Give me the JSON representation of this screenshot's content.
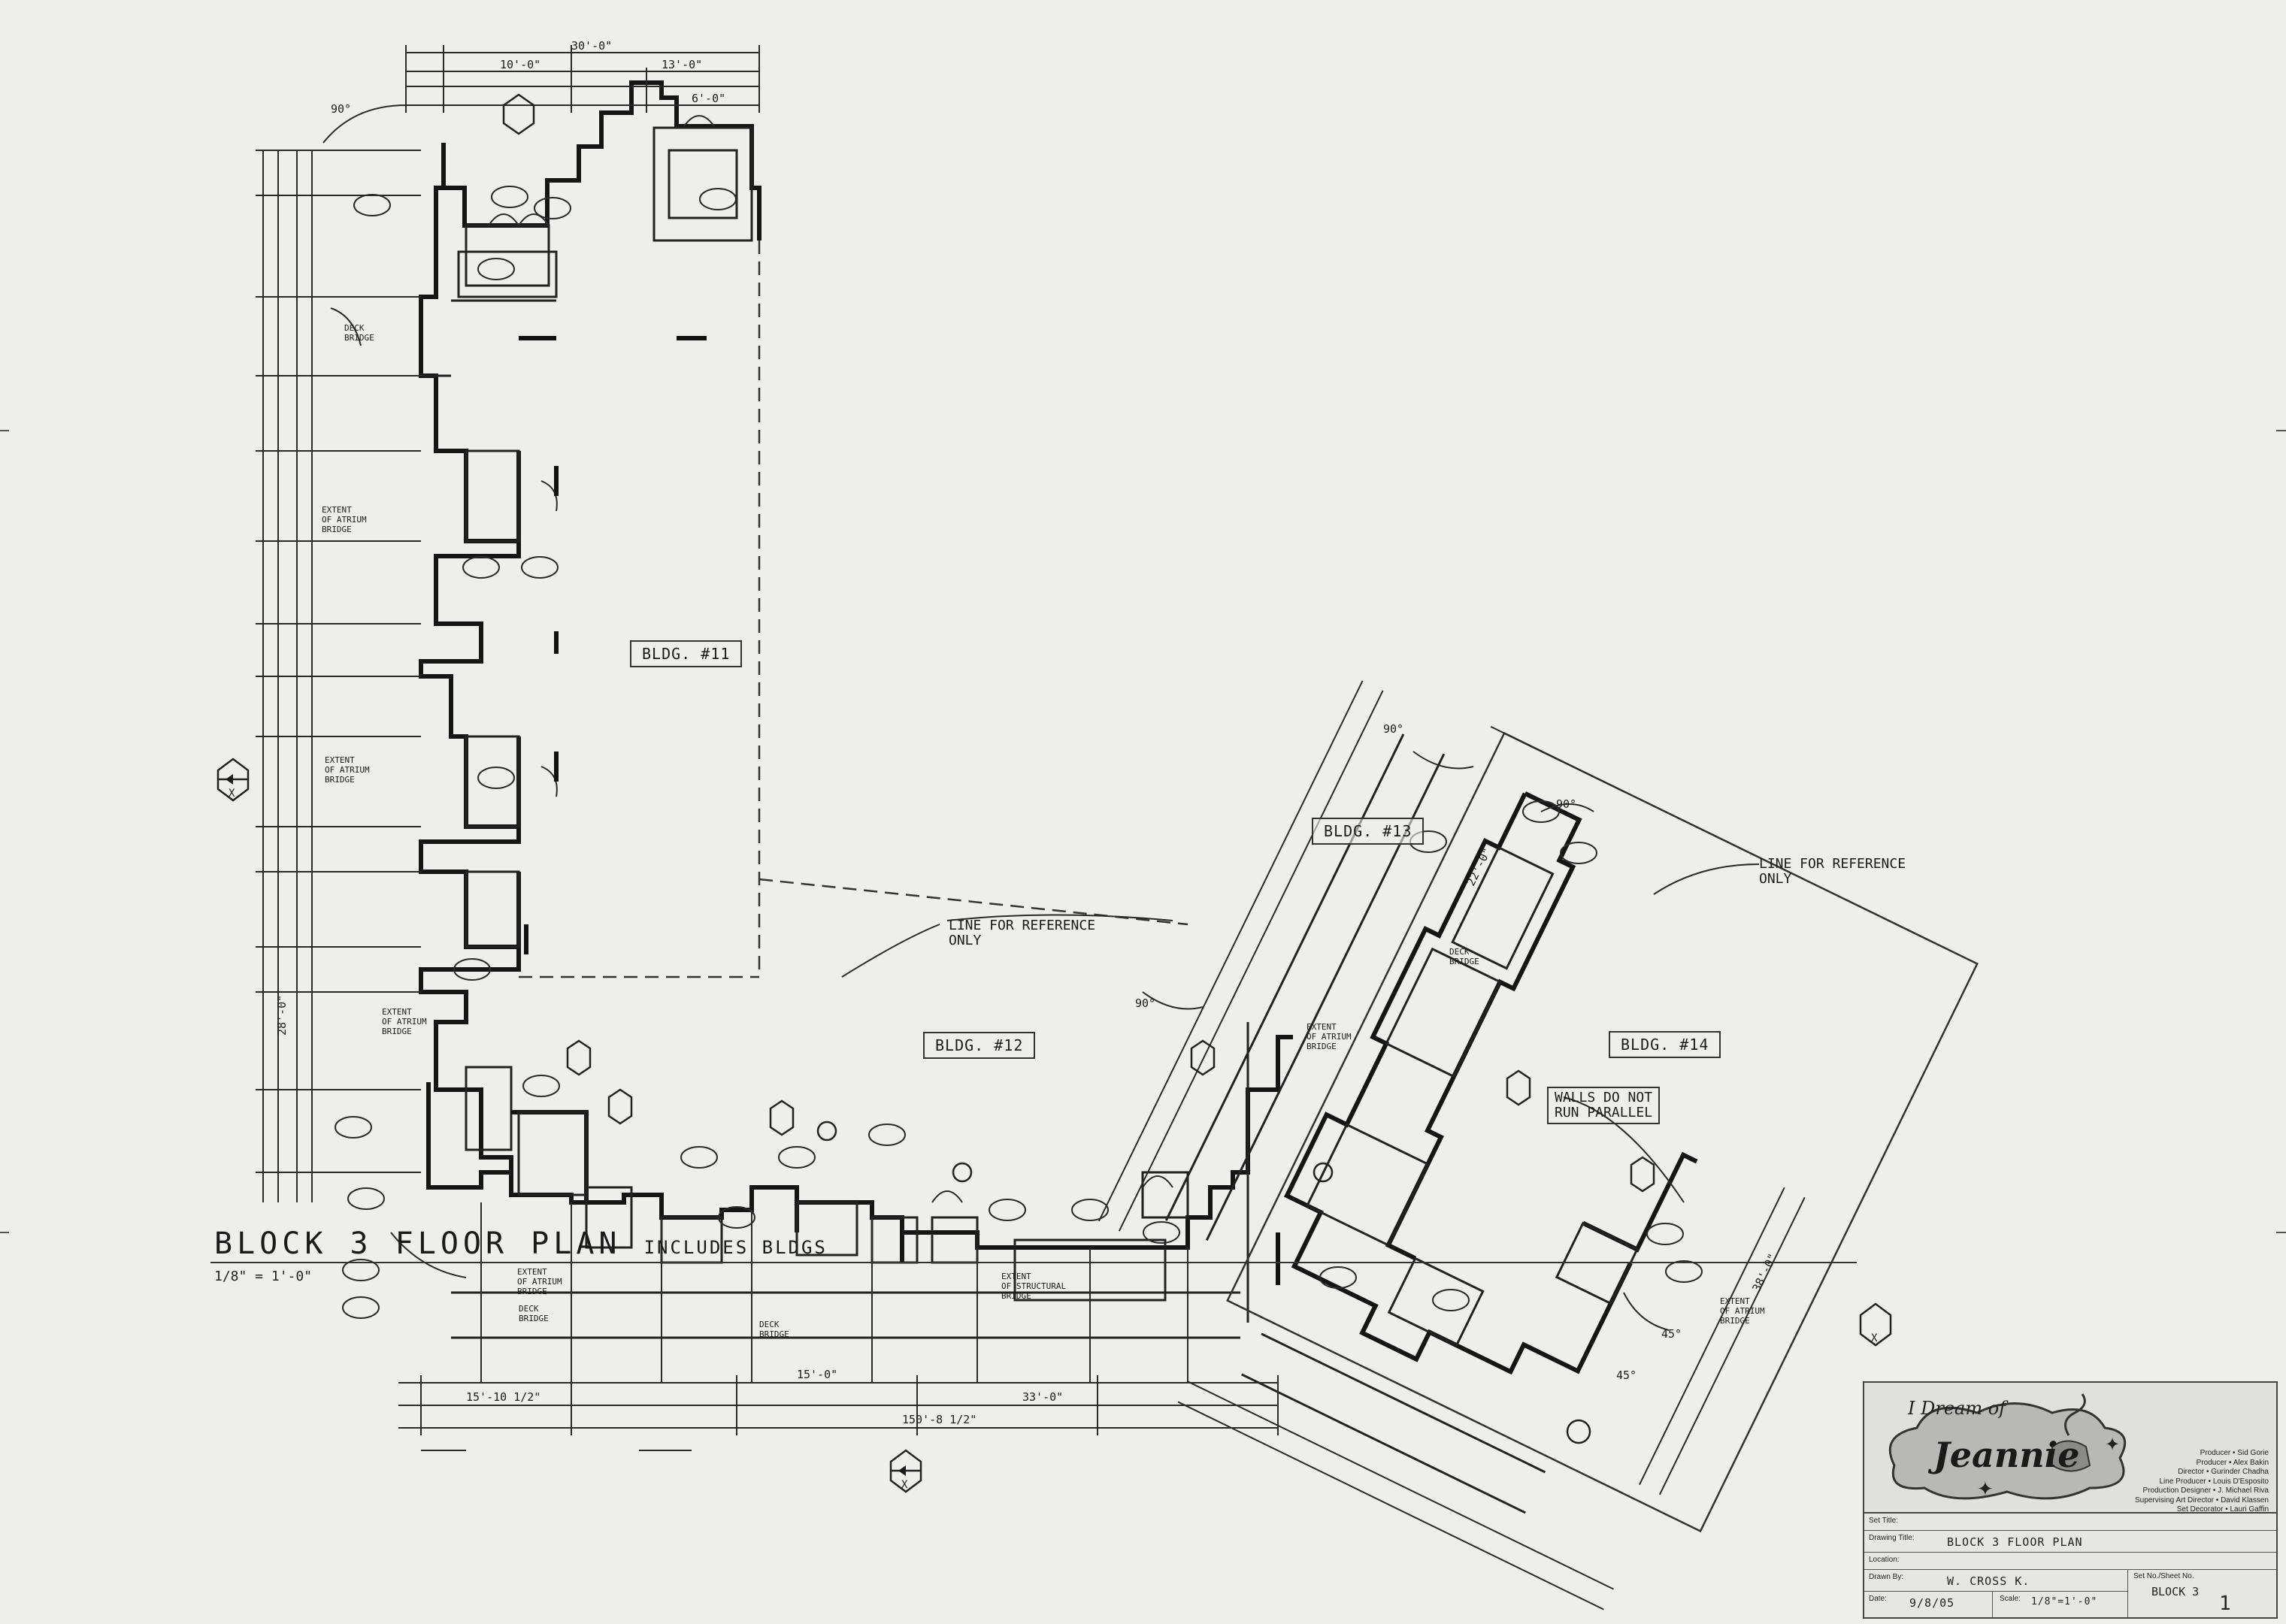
{
  "drawing": {
    "plan_title": "BLOCK 3 FLOOR PLAN",
    "plan_subtitle": "INCLUDES BLDGS",
    "plan_scale": "1/8\" = 1'-0\""
  },
  "buildings": {
    "b11": "BLDG. #11",
    "b12": "BLDG. #12",
    "b13": "BLDG. #13",
    "b14": "BLDG. #14"
  },
  "notes": {
    "ref_line_1": "LINE FOR REFERENCE\nONLY",
    "ref_line_2": "LINE FOR REFERENCE\nONLY",
    "walls": "WALLS DO NOT\nRUN PARALLEL",
    "extent_1": "EXTENT\nOF ATRIUM\nBRIDGE",
    "extent_2": "EXTENT\nOF ATRIUM\nBRIDGE",
    "extent_3": "EXTENT\nOF ATRIUM\nBRIDGE",
    "extent_4": "EXTENT\nOF STRUCTURAL\nBRIDGE",
    "extent_5": "EXTENT\nOF ATRIUM\nBRIDGE",
    "extent_6": "EXTENT\nOF ATRIUM\nBRIDGE",
    "extent_7": "EXTENT\nOF ATRIUM\nBRIDGE",
    "deck_1": "DECK\nBRIDGE",
    "deck_2": "DECK\nBRIDGE",
    "deck_3": "DECK\nBRIDGE",
    "deck_4": "DECK\nBRIDGE"
  },
  "dimensions": {
    "top_overall": "30'-0\"",
    "top_a": "10'-0\"",
    "top_b": "13'-0\"",
    "top_c": "6'-0\"",
    "bottom_overall": "150'-8 1/2\"",
    "bottom_a": "15'-10 1/2\"",
    "bottom_b": "33'-0\"",
    "bottom_c": "15'-0\"",
    "left_a": "28'-0\"",
    "angle_1": "90°",
    "angle_2": "90°",
    "angle_3": "90°",
    "angle_4": "90°",
    "angle_5": "45°",
    "angle_6": "45°",
    "right_a": "38'-0\"",
    "right_b": "22'-0\""
  },
  "markers": {
    "section_left": "X",
    "section_bottom": "X",
    "section_right": "X"
  },
  "title_block": {
    "logo_top": "I Dream of",
    "logo_main": "Jeannie",
    "credits": [
      "Producer • Sid Gorie",
      "Producer • Alex Bakin",
      "Director • Gurinder Chadha",
      "Line Producer • Louis D'Esposito",
      "Production Designer • J. Michael Riva",
      "Supervising Art Director • David Klassen",
      "Set Decorator • Lauri Gaffin"
    ],
    "set_title_label": "Set Title:",
    "drawing_title_label": "Drawing Title:",
    "drawing_title_value": "BLOCK 3 FLOOR PLAN",
    "location_label": "Location:",
    "drawn_by_label": "Drawn By:",
    "drawn_by_value": "W. CROSS K.",
    "date_label": "Date:",
    "date_value": "9/8/05",
    "scale_label": "Scale:",
    "scale_value": "1/8\"=1'-0\"",
    "set_sheet_label": "Set No./Sheet No.",
    "set_sheet_value": "BLOCK 3",
    "sheet_number": "1"
  }
}
